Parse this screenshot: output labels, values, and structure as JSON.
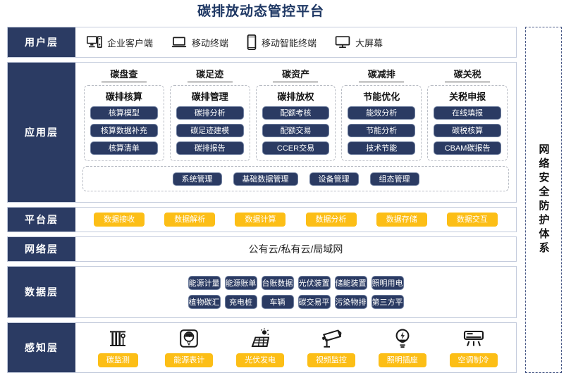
{
  "title": "碳排放动态管控平台",
  "security_band": {
    "label": "网络安全防护体系"
  },
  "layers": {
    "user": {
      "label": "用户层",
      "items": [
        {
          "icon": "desktop-computer-icon",
          "label": "企业客户端"
        },
        {
          "icon": "laptop-icon",
          "label": "移动终端"
        },
        {
          "icon": "smartphone-icon",
          "label": "移动智能终端"
        },
        {
          "icon": "large-screen-icon",
          "label": "大屏幕"
        }
      ]
    },
    "application": {
      "label": "应用层",
      "groups": [
        {
          "title": "碳盘查",
          "subtitle": "碳排核算",
          "items": [
            "核算模型",
            "核算数据补充",
            "核算清单"
          ]
        },
        {
          "title": "碳足迹",
          "subtitle": "碳排管理",
          "items": [
            "碳排分析",
            "碳足迹建模",
            "碳排报告"
          ]
        },
        {
          "title": "碳资产",
          "subtitle": "碳排放权",
          "items": [
            "配额考核",
            "配额交易",
            "CCER交易"
          ]
        },
        {
          "title": "碳减排",
          "subtitle": "节能优化",
          "items": [
            "能效分析",
            "节能分析",
            "技术节能"
          ]
        },
        {
          "title": "碳关税",
          "subtitle": "关税申报",
          "items": [
            "在线填报",
            "碳税核算",
            "CBAM碳报告"
          ]
        }
      ],
      "bottom_items": [
        "系统管理",
        "基础数据管理",
        "设备管理",
        "组态管理"
      ]
    },
    "platform": {
      "label": "平台层",
      "items": [
        "数据接收",
        "数据解析",
        "数据计算",
        "数据分析",
        "数据存储",
        "数据交互"
      ]
    },
    "network": {
      "label": "网络层",
      "text": "公有云/私有云/局域网"
    },
    "data": {
      "label": "数据层",
      "row1": [
        "能源计量",
        "能源账单",
        "台账数据",
        "光伏装置",
        "储能装置",
        "照明用电"
      ],
      "row2": [
        "植物碳汇",
        "充电桩",
        "车辆",
        "碳交易平台",
        "污染物排放",
        "第三方平台"
      ]
    },
    "perception": {
      "label": "感知层",
      "items": [
        {
          "icon": "carbon-sensor-icon",
          "label": "碳监测"
        },
        {
          "icon": "energy-meter-icon",
          "label": "能源表计"
        },
        {
          "icon": "solar-panel-icon",
          "label": "光伏发电"
        },
        {
          "icon": "cctv-camera-icon",
          "label": "视频监控"
        },
        {
          "icon": "light-bulb-icon",
          "label": "照明插座"
        },
        {
          "icon": "air-conditioner-icon",
          "label": "空调制冷"
        }
      ]
    }
  },
  "colors": {
    "navy": "#2b3b63",
    "title_navy": "#1f3864",
    "yellow": "#fcbe16",
    "border": "#c3cbdc",
    "dashed": "#b8bcc4"
  }
}
